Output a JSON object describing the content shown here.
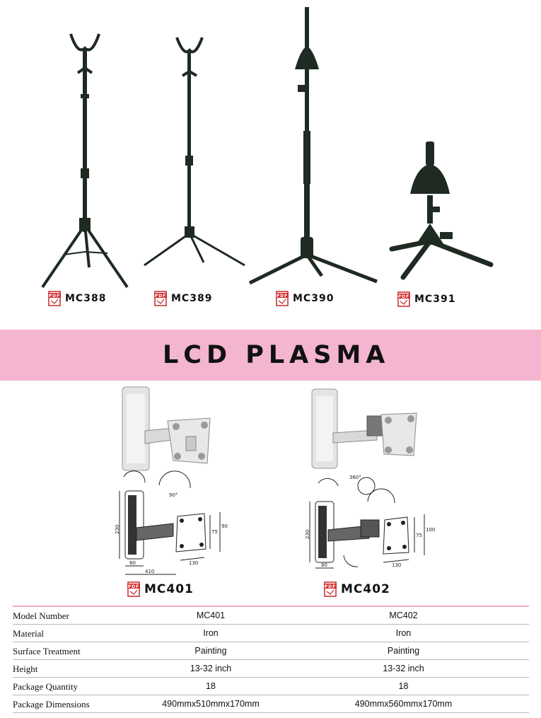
{
  "stands": [
    {
      "model": "MC388"
    },
    {
      "model": "MC389"
    },
    {
      "model": "MC390"
    },
    {
      "model": "MC391"
    }
  ],
  "banner": {
    "title": "LCD PLASMA"
  },
  "mounts": [
    {
      "model": "MC401",
      "dims": {
        "h": "230",
        "base": "80",
        "reach": "410",
        "plate": "130",
        "v1": "75",
        "v2": "90",
        "angle": "90°"
      }
    },
    {
      "model": "MC402",
      "dims": {
        "h": "230",
        "base": "80",
        "plate": "130",
        "v1": "75",
        "v2": "100",
        "angle": "360°"
      }
    }
  ],
  "pdf_icon_text": "PDF",
  "spec_table": {
    "rows": [
      {
        "label": "Model Number",
        "mc401": "MC401",
        "mc402": "MC402"
      },
      {
        "label": "Material",
        "mc401": "Iron",
        "mc402": "Iron"
      },
      {
        "label": "Surface Treatment",
        "mc401": "Painting",
        "mc402": "Painting"
      },
      {
        "label": "Height",
        "mc401": "13-32 inch",
        "mc402": "13-32 inch"
      },
      {
        "label": "Package Quantity",
        "mc401": "18",
        "mc402": "18"
      },
      {
        "label": "Package Dimensions",
        "mc401": "490mmx510mmx170mm",
        "mc402": "490mmx560mmx170mm"
      }
    ]
  },
  "colors": {
    "banner": "#f3b5cf",
    "stand": "#1e2a22",
    "divider": "#f0a9c8"
  }
}
